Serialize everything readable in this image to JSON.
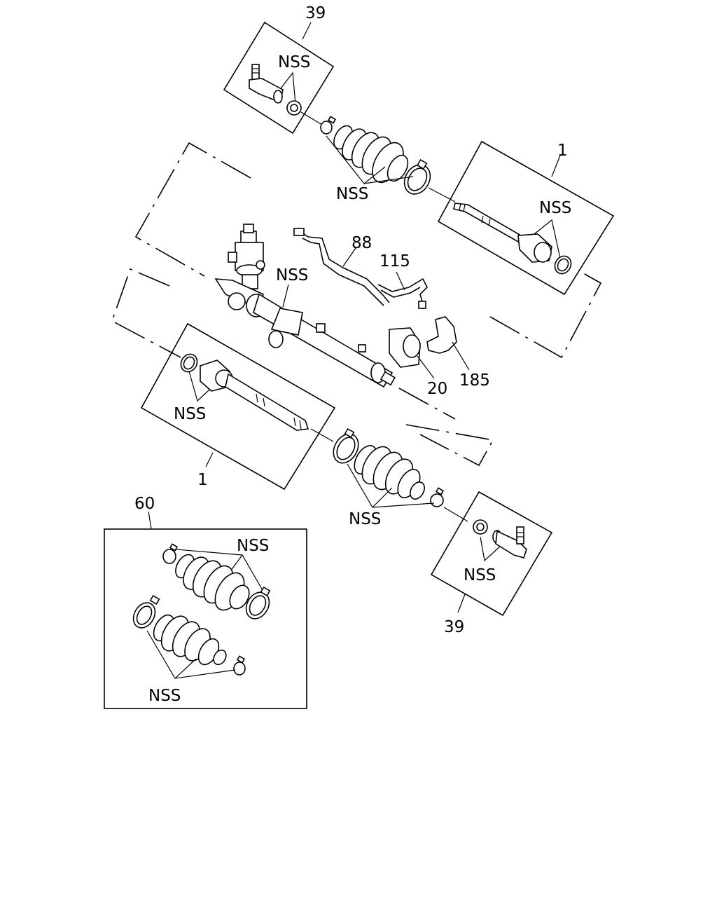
{
  "diagram": {
    "labels": {
      "tie_rod_end_upper": "39",
      "tie_rod_end_lower": "39",
      "inner_tie_rod_right": "1",
      "inner_tie_rod_left": "1",
      "pipe_88": "88",
      "pipe_115": "115",
      "mount_rubber": "20",
      "bracket": "185",
      "boot_kit": "60"
    },
    "nss": {
      "upper_end": "NSS",
      "upper_boot": "NSS",
      "right_rod": "NSS",
      "gear_body": "NSS",
      "left_rod": "NSS",
      "lower_boot": "NSS",
      "lower_end": "NSS",
      "kit_top": "NSS",
      "kit_bottom": "NSS"
    }
  }
}
